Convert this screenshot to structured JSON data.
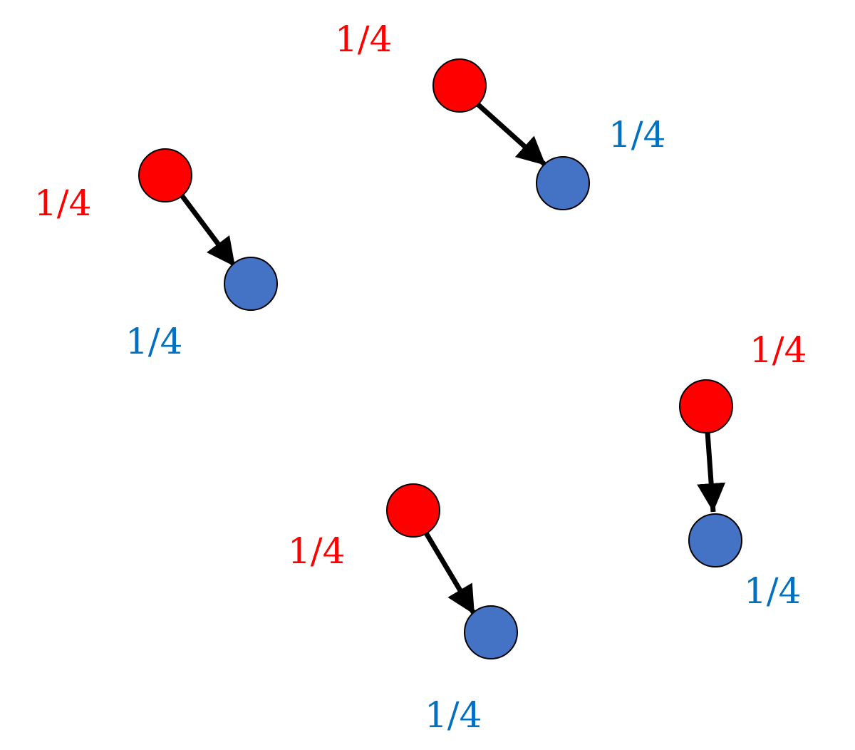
{
  "colors": {
    "source": "#ff0000",
    "target": "#4472c4",
    "source_label": "#ff0000",
    "target_label": "#0070c0",
    "edge": "#000000",
    "background": "#ffffff"
  },
  "pairs": [
    {
      "source_label": "1/4",
      "target_label": "1/4"
    },
    {
      "source_label": "1/4",
      "target_label": "1/4"
    },
    {
      "source_label": "1/4",
      "target_label": "1/4"
    },
    {
      "source_label": "1/4",
      "target_label": "1/4"
    }
  ]
}
